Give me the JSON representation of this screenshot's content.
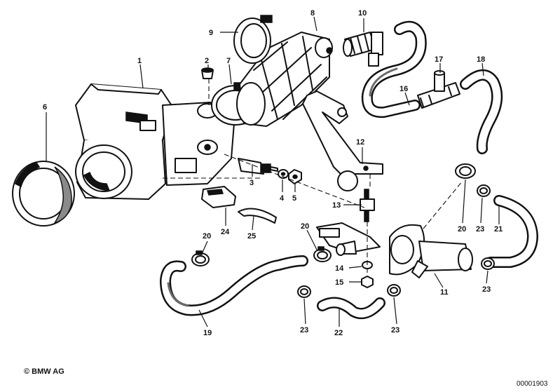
{
  "diagram": {
    "callouts": [
      "1",
      "2",
      "3",
      "4",
      "5",
      "6",
      "7",
      "8",
      "9",
      "10",
      "11",
      "12",
      "13",
      "14",
      "15",
      "16",
      "17",
      "18",
      "19",
      "20",
      "21",
      "22",
      "23",
      "24",
      "25"
    ]
  },
  "footer": {
    "copyright": "© BMW AG",
    "diagram_id": "00001903"
  }
}
